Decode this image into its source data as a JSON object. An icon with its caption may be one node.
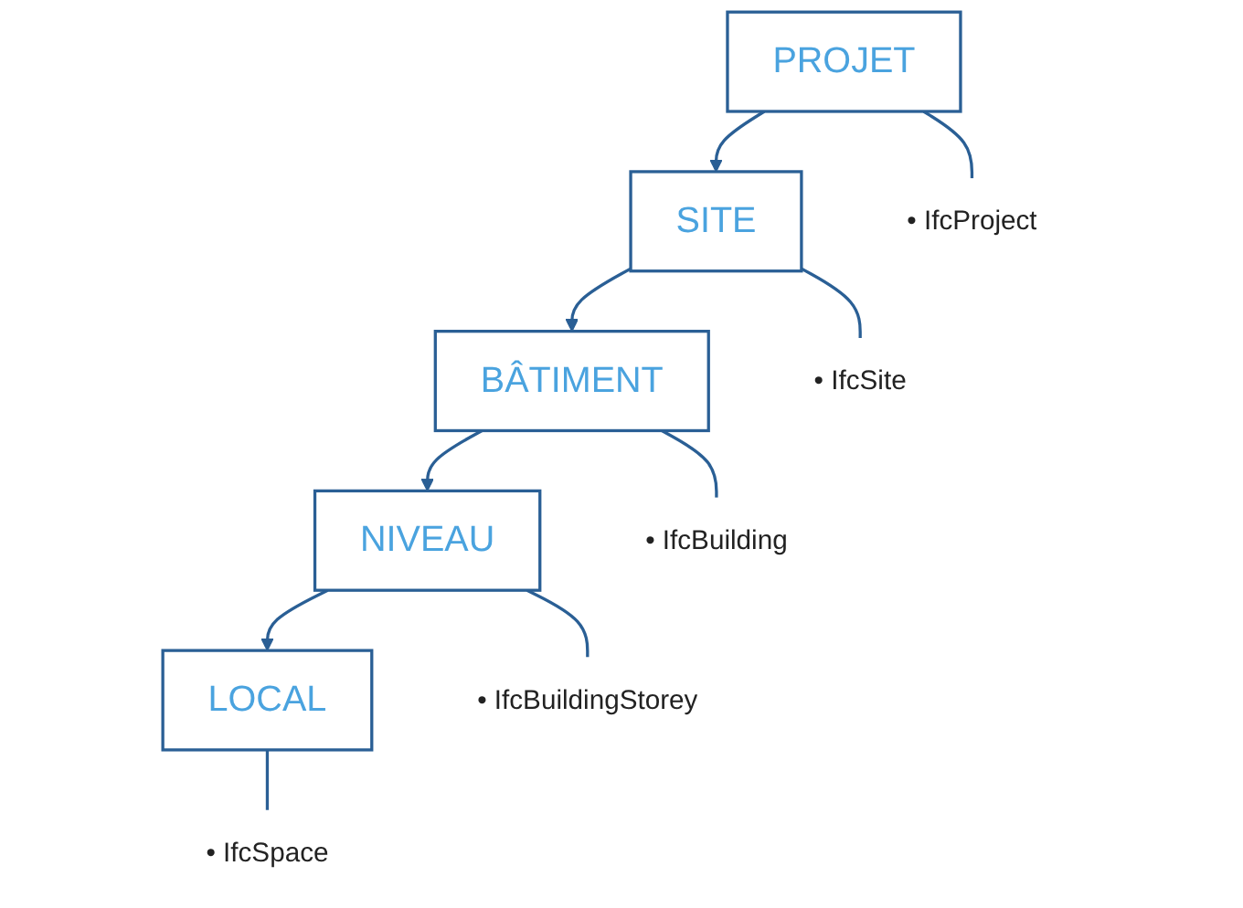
{
  "diagram": {
    "nodes": [
      {
        "text": [
          "PROJET"
        ]
      },
      {
        "text": [
          "SITE"
        ]
      },
      {
        "text": [
          "BÂTIMENT"
        ]
      },
      {
        "text": [
          "NIVEAU"
        ]
      },
      {
        "text": [
          "LOCAL"
        ]
      },
      {
        "text": [
          "• IfcProject"
        ]
      },
      {
        "text": [
          "• IfcSite"
        ]
      },
      {
        "text": [
          "• IfcBuilding"
        ]
      },
      {
        "text": [
          "• IfcBuildingStorey"
        ]
      },
      {
        "text": [
          "• IfcSpace"
        ]
      }
    ],
    "edges": [
      {
        "from": 0,
        "to": 1,
        "arrow": "to"
      },
      {
        "from": 1,
        "to": 2,
        "arrow": "to"
      },
      {
        "from": 2,
        "to": 3,
        "arrow": "to"
      },
      {
        "from": 3,
        "to": 4,
        "arrow": "to"
      },
      {
        "from": 0,
        "to": 5,
        "arrow": "none"
      },
      {
        "from": 1,
        "to": 6,
        "arrow": "none"
      },
      {
        "from": 2,
        "to": 7,
        "arrow": "none"
      },
      {
        "from": 3,
        "to": 8,
        "arrow": "none"
      },
      {
        "from": 4,
        "to": 9,
        "arrow": "none"
      }
    ]
  }
}
